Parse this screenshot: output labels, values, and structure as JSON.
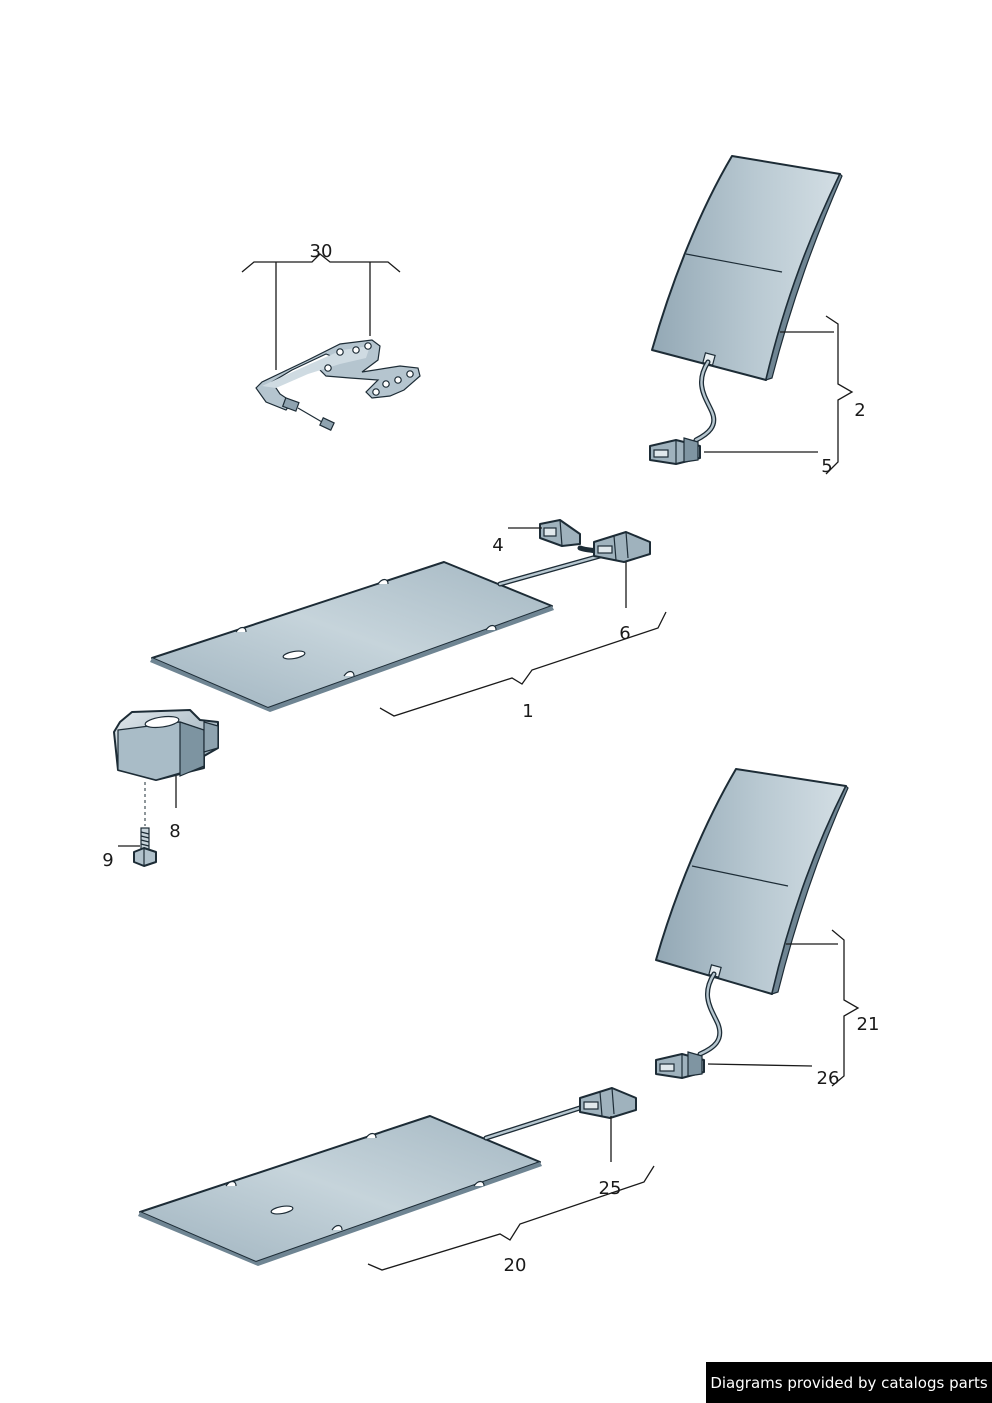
{
  "colors": {
    "part_fill_light": "#c9d6dd",
    "part_fill_dark": "#93a8b5",
    "outline": "#1d2c36",
    "credit_background": "#000000",
    "credit_text": "#ffffff"
  },
  "callouts": [
    {
      "id": "30"
    },
    {
      "id": "2"
    },
    {
      "id": "5"
    },
    {
      "id": "4"
    },
    {
      "id": "6"
    },
    {
      "id": "1"
    },
    {
      "id": "8"
    },
    {
      "id": "9"
    },
    {
      "id": "21"
    },
    {
      "id": "26"
    },
    {
      "id": "25"
    },
    {
      "id": "20"
    }
  ],
  "credit": "Diagrams provided by catalogs parts"
}
